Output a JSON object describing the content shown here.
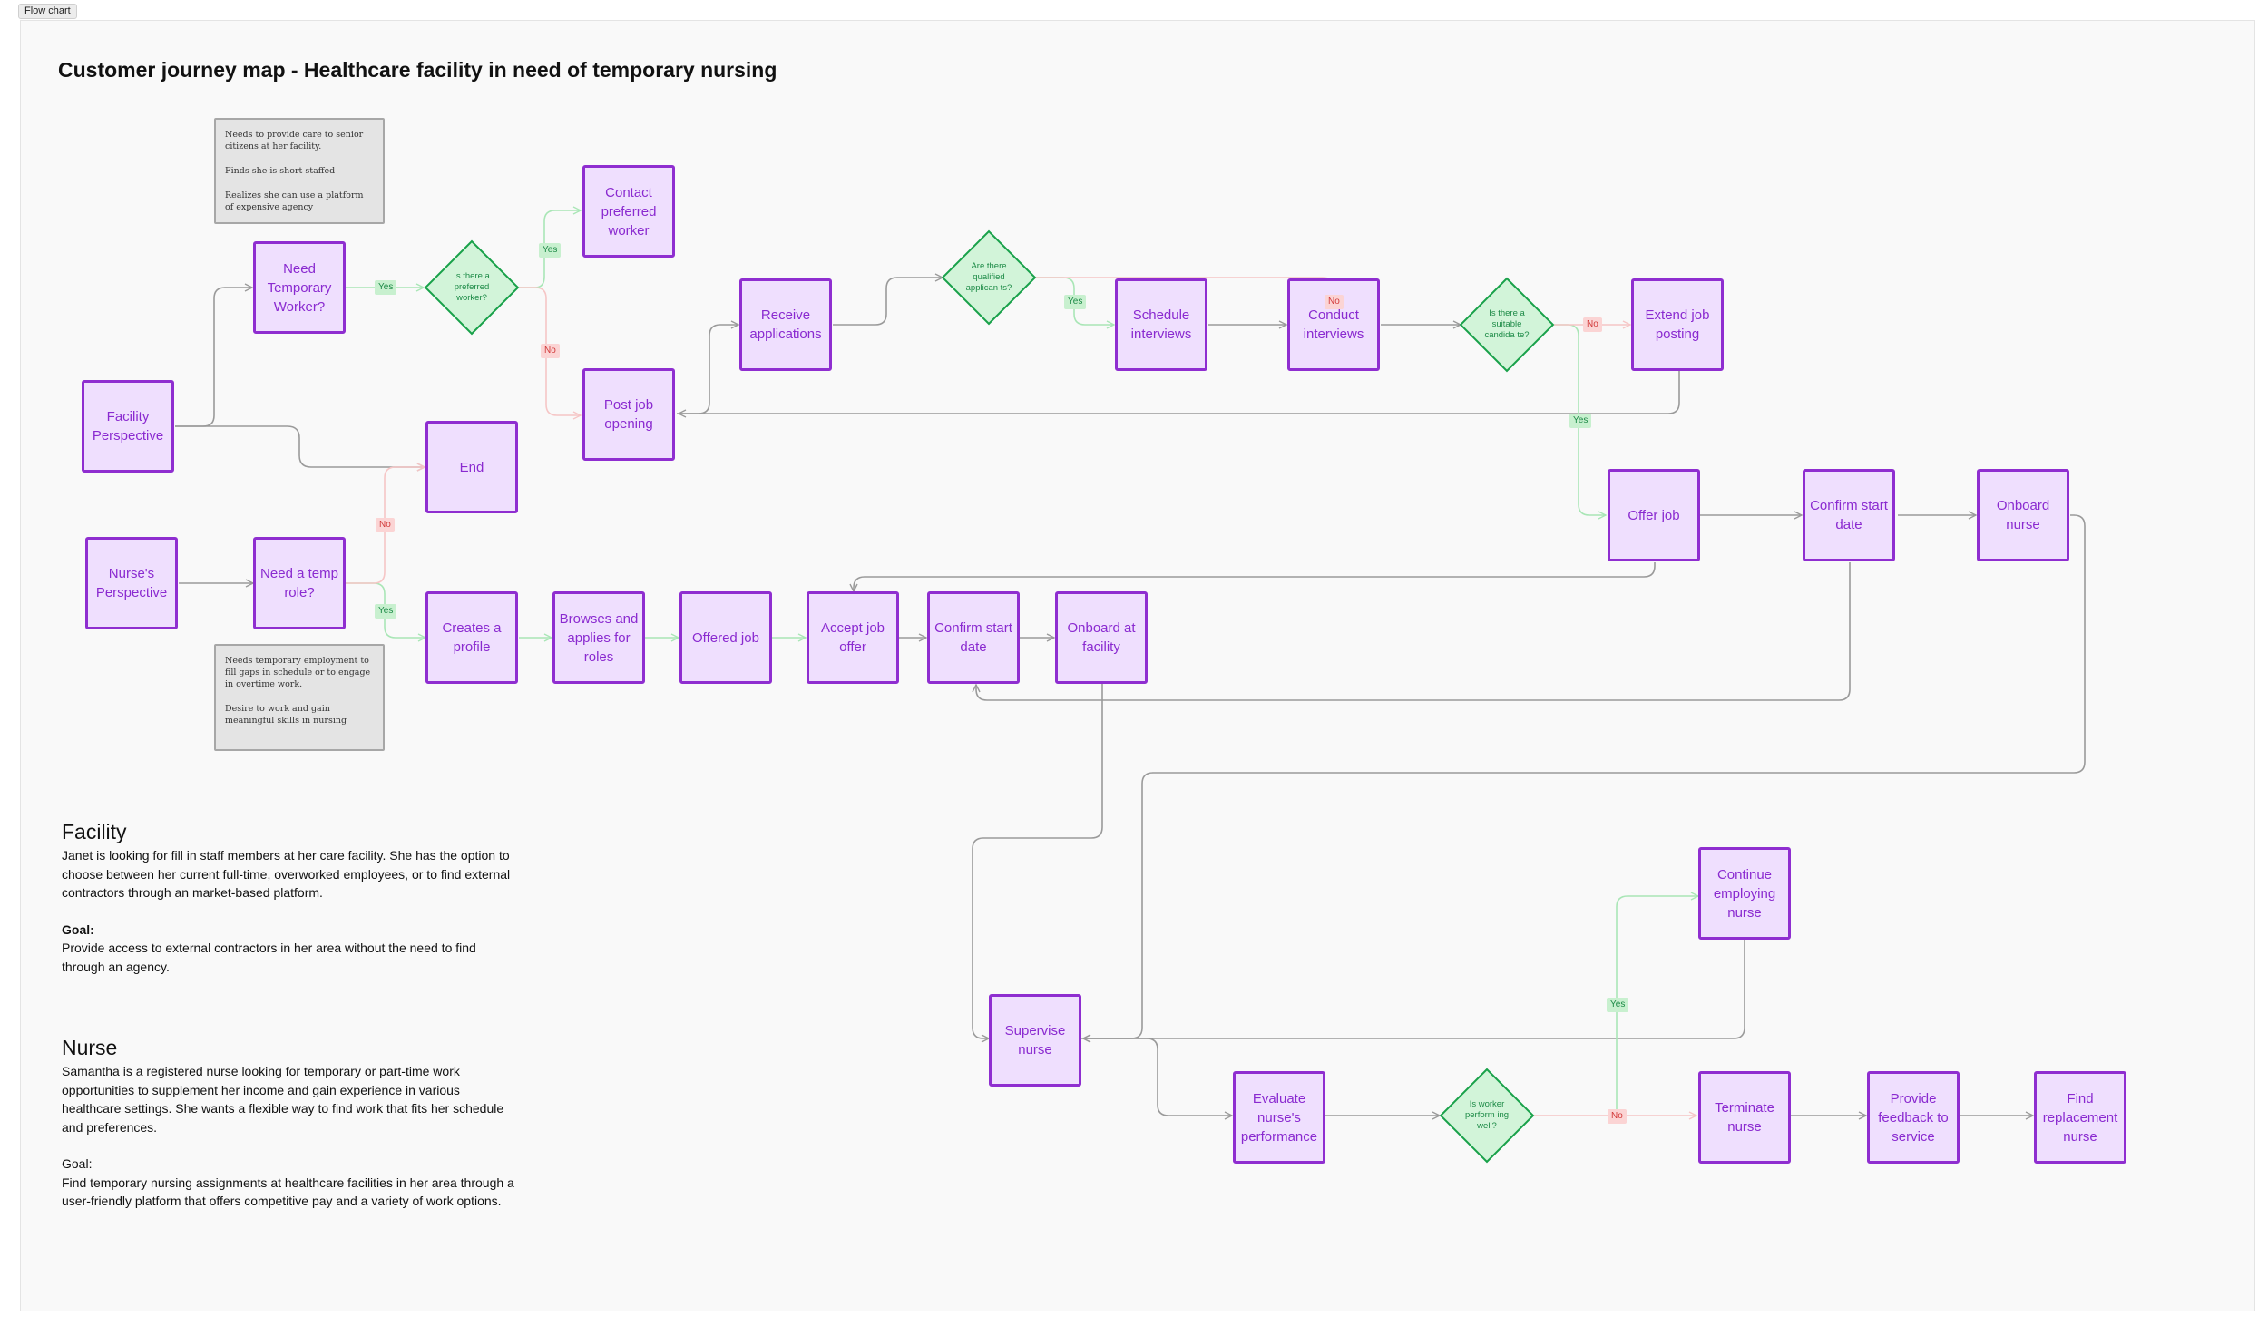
{
  "frame": {
    "tab_label": "Flow chart",
    "title": "Customer journey map - Healthcare facility in need of temporary nursing"
  },
  "colors": {
    "node_fill": "#efdffe",
    "node_border": "#8f2ed0",
    "decision_fill": "#d2f4d9",
    "decision_border": "#19a14a",
    "yes_line": "#a9e6b6",
    "no_line": "#f6c6c6",
    "connector": "#9a9a9a"
  },
  "nodes": {
    "facility_perspective": "Facility Perspective",
    "need_temporary_worker": "Need Temporary Worker?",
    "contact_preferred_worker": "Contact preferred worker",
    "post_job_opening": "Post job opening",
    "receive_applications": "Receive applications",
    "schedule_interviews": "Schedule interviews",
    "conduct_interviews": "Conduct interviews",
    "extend_job_posting": "Extend job posting",
    "end": "End",
    "nurse_perspective": "Nurse's Perspective",
    "need_temp_role": "Need a temp role?",
    "creates_profile": "Creates a profile",
    "browses_applies": "Browses and applies for roles",
    "offered_job": "Offered job",
    "accept_job_offer": "Accept job offer",
    "confirm_start_date_nurse": "Confirm start date",
    "onboard_at_facility": "Onboard at facility",
    "offer_job": "Offer job",
    "confirm_start_date_facility": "Confirm start date",
    "onboard_nurse": "Onboard nurse",
    "continue_employing": "Continue employing nurse",
    "supervise_nurse": "Supervise nurse",
    "evaluate_performance": "Evaluate nurse's performance",
    "terminate_nurse": "Terminate nurse",
    "provide_feedback": "Provide feedback to service",
    "find_replacement": "Find replacement nurse"
  },
  "decisions": {
    "preferred_worker": "Is there a preferred worker?",
    "qualified_applicants": "Are there qualified applican ts?",
    "suitable_candidate": "Is there a suitable candida te?",
    "worker_performing": "Is worker perform ing well?"
  },
  "edge_labels": {
    "yes": "Yes",
    "no": "No"
  },
  "notes": {
    "facility": [
      "Needs to provide care to senior citizens at her facility.",
      "Finds she is short staffed",
      "Realizes she can use a platform of expensive agency"
    ],
    "nurse": [
      "Needs temporary employment to fill gaps in schedule or to engage in overtime work.",
      "Desire to work and gain meaningful skills in nursing"
    ]
  },
  "personas": {
    "facility": {
      "heading": "Facility",
      "body": "Janet is looking for fill in staff members at her care facility. She has the option to choose between her current full-time, overworked employees, or to find external contractors through an market-based platform.",
      "goal_label": "Goal:",
      "goal": "Provide access to external contractors in her area without the need to find through an agency."
    },
    "nurse": {
      "heading": "Nurse",
      "body": "Samantha is a registered nurse looking for temporary or part-time work opportunities to supplement her income and gain experience in various healthcare settings. She wants a flexible way to find work that fits her schedule and preferences.",
      "goal_label": "Goal:",
      "goal": "Find temporary nursing assignments at healthcare facilities in her area through a user-friendly platform that offers competitive pay and a variety of work options."
    }
  }
}
